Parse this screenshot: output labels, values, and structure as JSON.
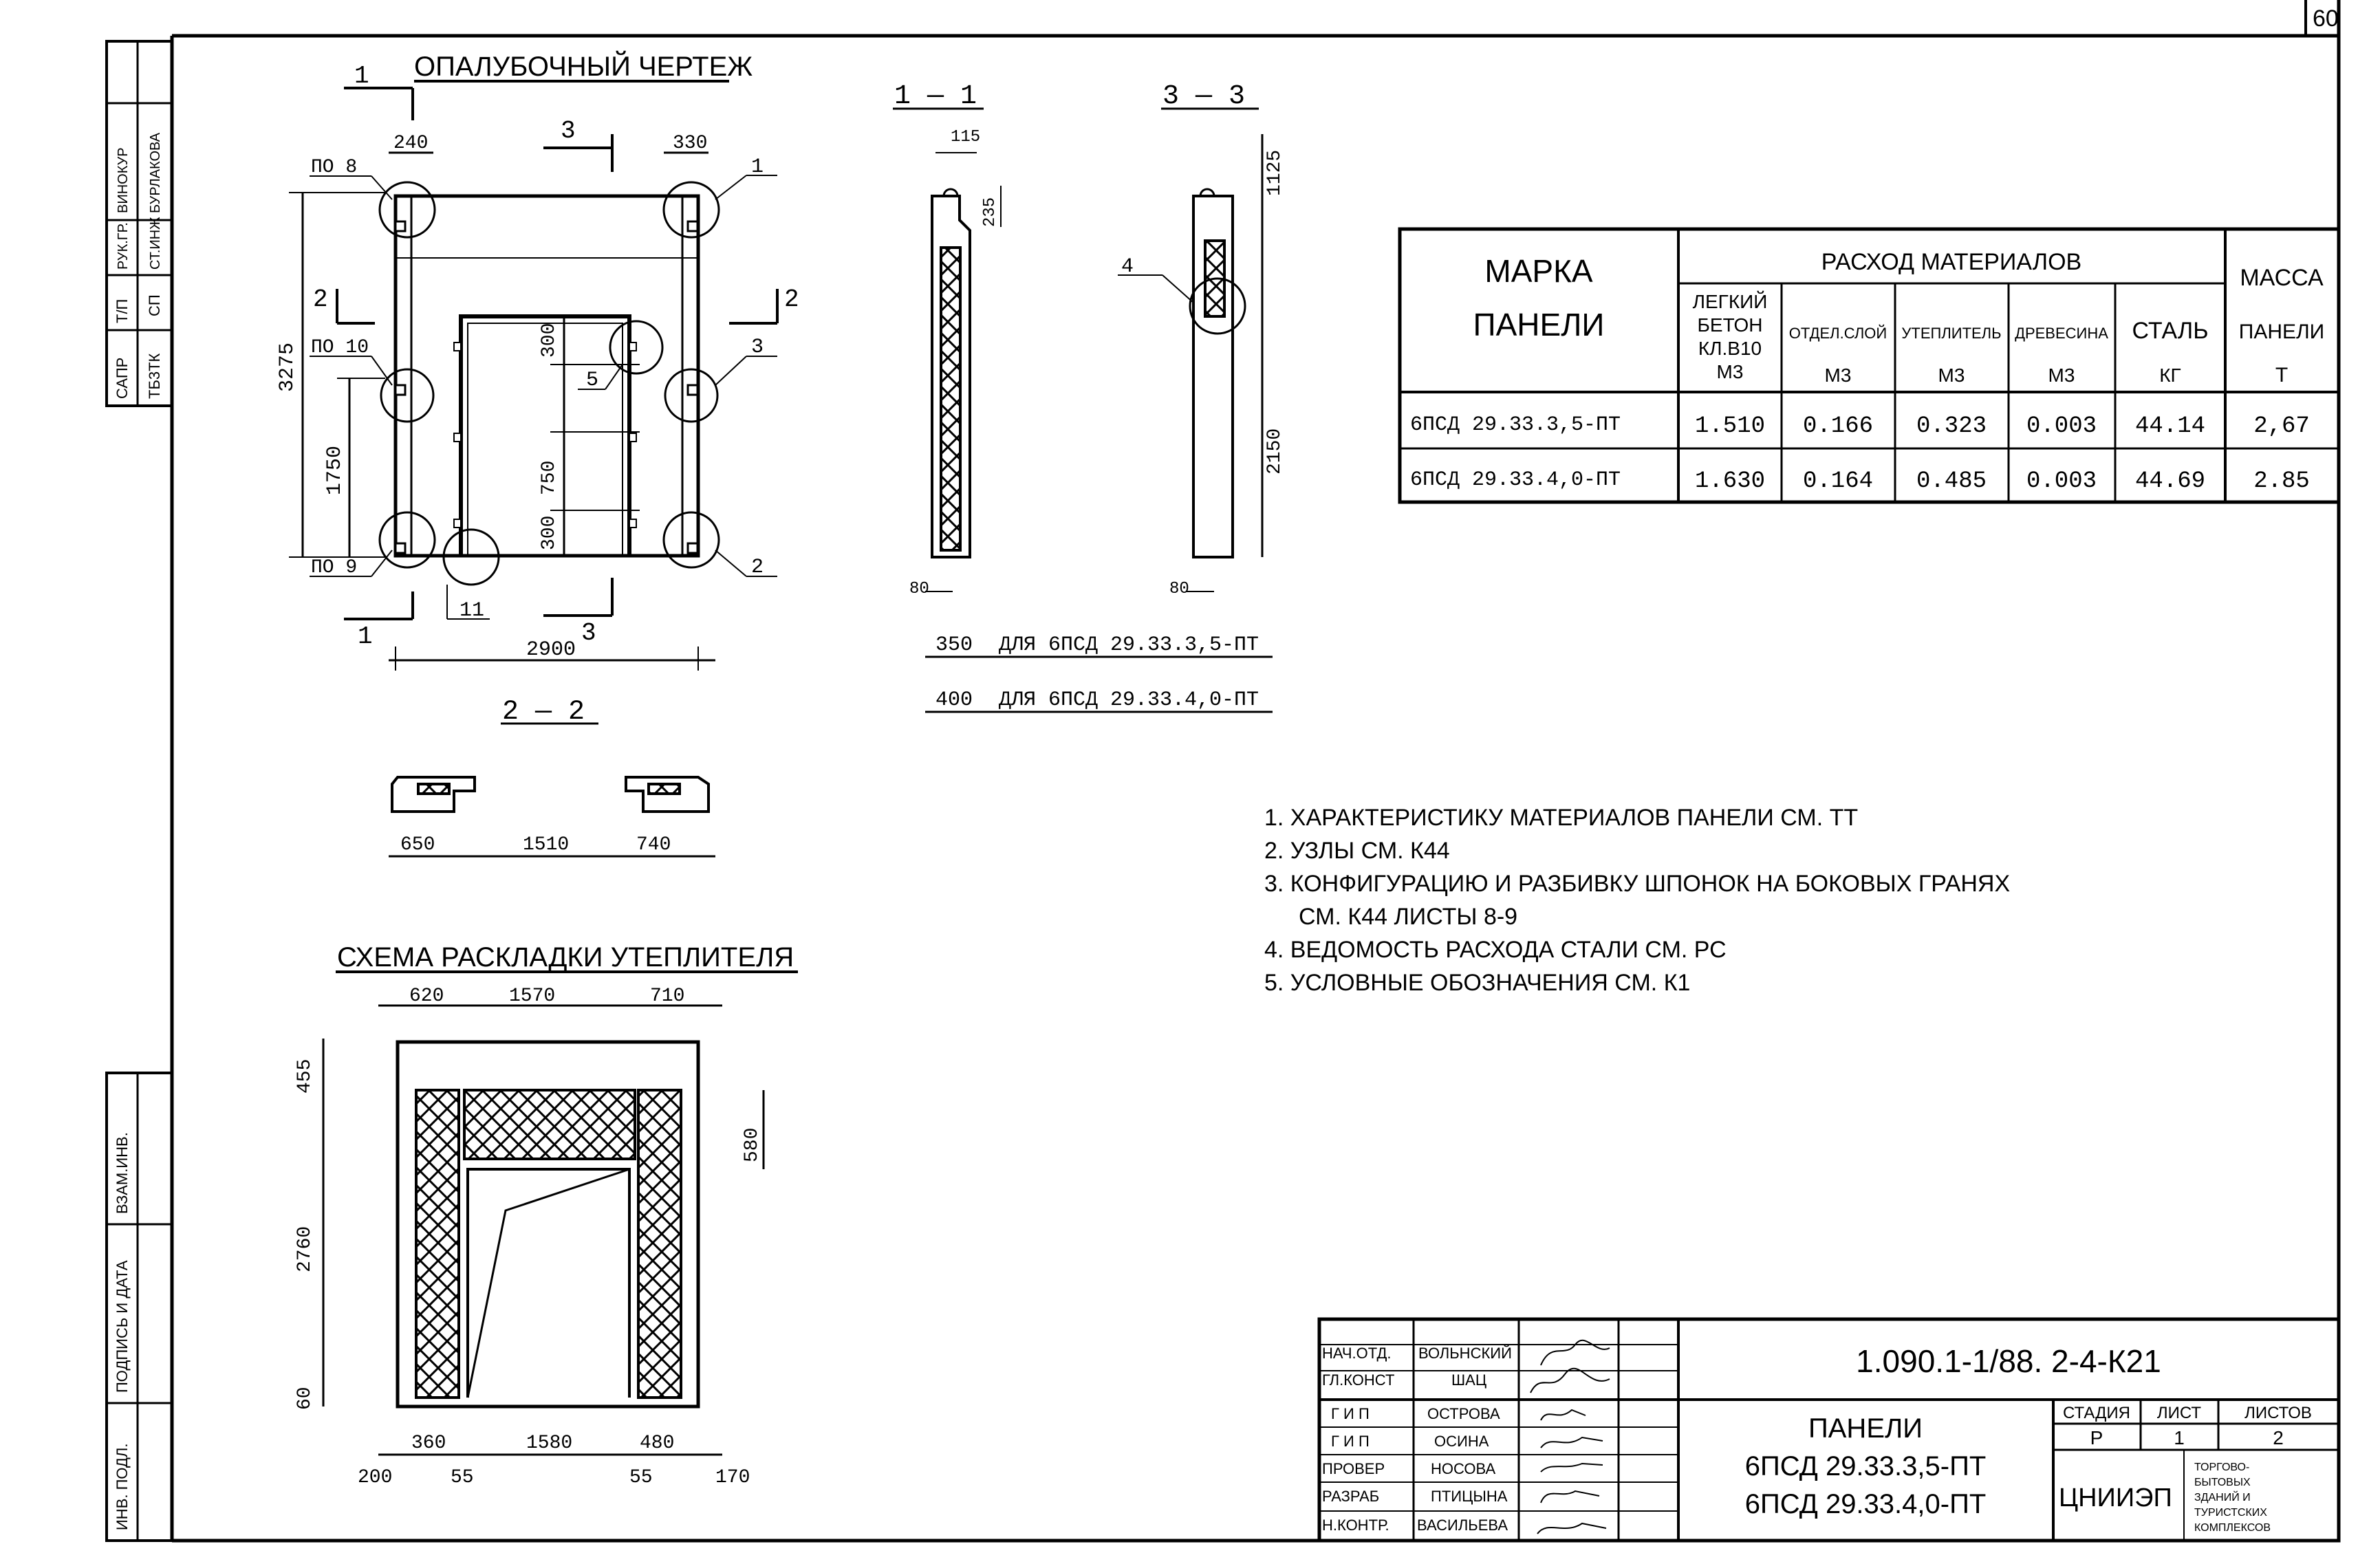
{
  "sheet_number": "60",
  "left_stamp": {
    "top_labels": [
      "САПР",
      "Т/П",
      "РУК.ГР.",
      "ВИНОКУР",
      "ТБ3ТК",
      "СП",
      "СТ.ИНЖ",
      "БУРЛАКОВА"
    ],
    "bottom_labels": [
      "ИНВ. ПОДЛ.",
      "ПОДПИСЬ И ДАТА",
      "ВЗАМ.ИНВ."
    ]
  },
  "formwork": {
    "title": "ОПАЛУБОЧНЫЙ ЧЕРТЕЖ",
    "dims": {
      "top_left": "240",
      "top_right": "330",
      "height": "3275",
      "left_mid": "1750",
      "width": "2900",
      "open_top": "300",
      "open_mid": "750",
      "open_bottom": "300"
    },
    "labels": {
      "po8": "ПО 8",
      "po10": "ПО 10",
      "po9": "ПО 9",
      "cut1_top": "1",
      "cut1_bottom": "1",
      "cut2_left": "2",
      "cut2_right": "2",
      "cut3_top": "3",
      "cut3_bottom": "3",
      "node1": "1",
      "node2": "2",
      "node3": "3",
      "node5": "5",
      "node11": "11"
    }
  },
  "section_11": {
    "title": "1 — 1",
    "d1": "115",
    "d2": "235",
    "d3": "80"
  },
  "section_33": {
    "title": "3 — 3",
    "d1": "1125",
    "d2": "2150",
    "d3": "80",
    "node": "4"
  },
  "thickness_notes": [
    {
      "dim": "350",
      "text": "ДЛЯ 6ПСД 29.33.3,5-ПТ"
    },
    {
      "dim": "400",
      "text": "ДЛЯ 6ПСД 29.33.4,0-ПТ"
    }
  ],
  "section_22": {
    "title": "2 — 2",
    "dims": [
      "650",
      "1510",
      "740"
    ]
  },
  "insulation": {
    "title": "СХЕМА РАСКЛАДКИ УТЕПЛИТЕЛЯ",
    "top_dims": [
      "620",
      "1570",
      "710"
    ],
    "left_dims": [
      "455",
      "2760",
      "60"
    ],
    "right_dim": "580",
    "bottom_dims": [
      "360",
      "1580",
      "480"
    ],
    "bottom_dims2": [
      "200",
      "55",
      "55",
      "170"
    ]
  },
  "materials_table": {
    "col_mark": [
      "МАРКА",
      "ПАНЕЛИ"
    ],
    "group": "РАСХОД МАТЕРИАЛОВ",
    "col_mass": [
      "МАССА",
      "ПАНЕЛИ",
      "Т"
    ],
    "subcols": [
      {
        "name": [
          "ЛЕГКИЙ",
          "БЕТОН",
          "КЛ.В10"
        ],
        "unit": "М3"
      },
      {
        "name": [
          "ОТДЕЛ.СЛОЙ"
        ],
        "unit": "М3"
      },
      {
        "name": [
          "УТЕПЛИТЕЛЬ"
        ],
        "unit": "М3"
      },
      {
        "name": [
          "ДРЕВЕСИНА"
        ],
        "unit": "М3"
      },
      {
        "name": [
          "СТАЛЬ"
        ],
        "unit": "КГ"
      }
    ],
    "rows": [
      [
        "6ПСД 29.33.3,5-ПТ",
        "1.510",
        "0.166",
        "0.323",
        "0.003",
        "44.14",
        "2,67"
      ],
      [
        "6ПСД 29.33.4,0-ПТ",
        "1.630",
        "0.164",
        "0.485",
        "0.003",
        "44.69",
        "2.85"
      ]
    ]
  },
  "notes": [
    "1. ХАРАКТЕРИСТИКУ МАТЕРИАЛОВ ПАНЕЛИ СМ. ТТ",
    "2. УЗЛЫ СМ. К44",
    "3. КОНФИГУРАЦИЮ И РАЗБИВКУ ШПОНОК НА БОКОВЫХ ГРАНЯХ",
    "СМ. К44 ЛИСТЫ 8-9",
    "4. ВЕДОМОСТЬ РАСХОДА СТАЛИ СМ. РС",
    "5. УСЛОВНЫЕ ОБОЗНАЧЕНИЯ СМ. К1"
  ],
  "title_block": {
    "code": "1.090.1-1/88. 2-4-К21",
    "staff": [
      {
        "role": "НАЧ.ОТД.",
        "name": "ВОЛЬНСКИЙ"
      },
      {
        "role": "ГЛ.КОНСТ",
        "name": "ШАЦ"
      },
      {
        "role": "Г И П",
        "name": "ОСТРОВА"
      },
      {
        "role": "Г И П",
        "name": "ОСИНА"
      },
      {
        "role": "ПРОВЕР",
        "name": "НОСОВА"
      },
      {
        "role": "РАЗРАБ",
        "name": "ПТИЦЫНА"
      },
      {
        "role": "Н.КОНТР.",
        "name": "ВАСИЛЬЕВА"
      }
    ],
    "doc_title": [
      "ПАНЕЛИ",
      "6ПСД 29.33.3,5-ПТ",
      "6ПСД 29.33.4,0-ПТ"
    ],
    "stage_header": [
      "СТАДИЯ",
      "ЛИСТ",
      "ЛИСТОВ"
    ],
    "stage_values": [
      "Р",
      "1",
      "2"
    ],
    "org": "ЦНИИЭП",
    "org_desc": [
      "ТОРГОВО-",
      "БЫТОВЫХ",
      "ЗДАНИЙ И",
      "ТУРИСТСКИХ",
      "КОМПЛЕКСОВ"
    ]
  }
}
